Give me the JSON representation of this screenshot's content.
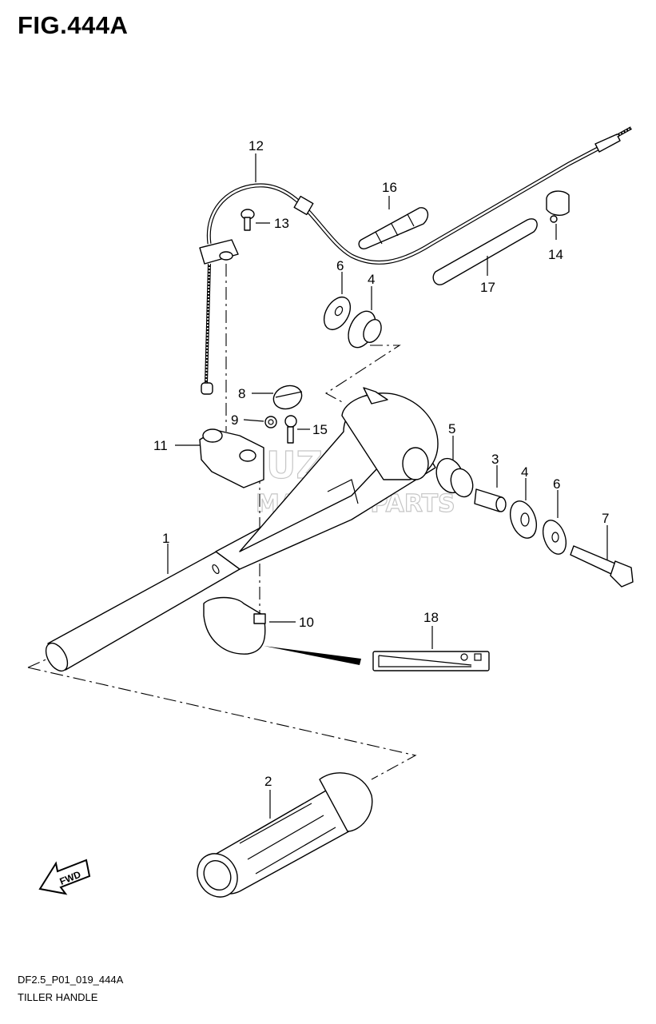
{
  "figure": {
    "title": "FIG.444A"
  },
  "footer": {
    "code": "DF2.5_P01_019_444A",
    "caption": "TILLER HANDLE"
  },
  "watermark": {
    "brand": "SUZUKI",
    "tagline": "MARINE PARTS"
  },
  "fwd_label": "FWD",
  "callouts": {
    "c1": "1",
    "c2": "2",
    "c3": "3",
    "c4a": "4",
    "c4b": "4",
    "c5": "5",
    "c6a": "6",
    "c6b": "6",
    "c7": "7",
    "c8": "8",
    "c9": "9",
    "c10": "10",
    "c11": "11",
    "c12": "12",
    "c13": "13",
    "c14": "14",
    "c15": "15",
    "c16": "16",
    "c17": "17",
    "c18": "18"
  }
}
